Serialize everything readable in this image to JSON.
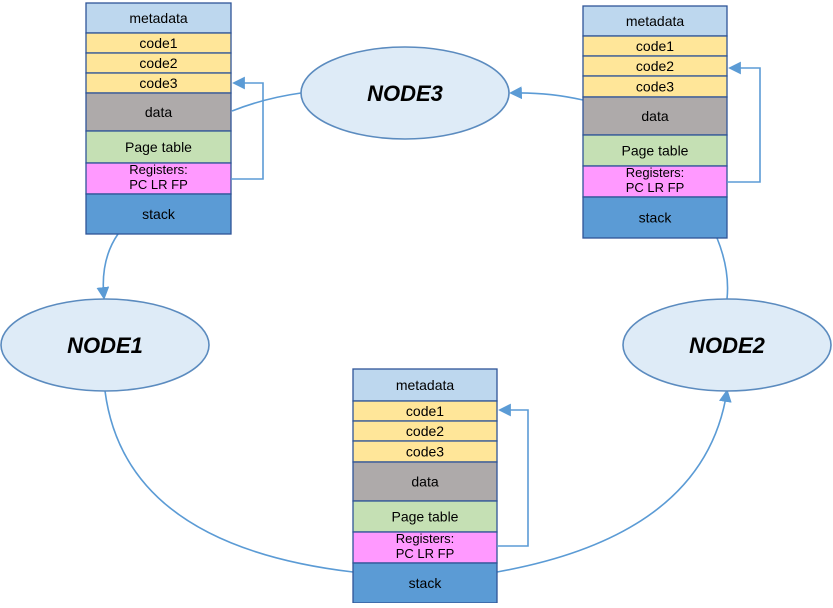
{
  "colors": {
    "metadata": "#BDD7EE",
    "code": "#FFE699",
    "data": "#AEAAAA",
    "page_table": "#C5E0B4",
    "registers": "#FF99FF",
    "stack": "#5B9BD5",
    "border": "#2F5597",
    "node_fill": "#DEEBF7",
    "node_stroke": "#5B8BBF",
    "connector": "#5B9BD5",
    "text": "#000000"
  },
  "nodes": [
    {
      "id": "node1",
      "label": "NODE1"
    },
    {
      "id": "node2",
      "label": "NODE2"
    },
    {
      "id": "node3",
      "label": "NODE3"
    }
  ],
  "stacks": [
    {
      "id": "top-left",
      "rows": [
        {
          "kind": "metadata",
          "lines": [
            "metadata"
          ]
        },
        {
          "kind": "code",
          "lines": [
            "code1"
          ]
        },
        {
          "kind": "code",
          "lines": [
            "code2"
          ]
        },
        {
          "kind": "code",
          "lines": [
            "code3"
          ]
        },
        {
          "kind": "data",
          "lines": [
            "data"
          ]
        },
        {
          "kind": "page_table",
          "lines": [
            "Page table"
          ]
        },
        {
          "kind": "registers",
          "lines": [
            "Registers:",
            "PC LR FP"
          ]
        },
        {
          "kind": "stack",
          "lines": [
            "stack"
          ]
        }
      ]
    },
    {
      "id": "top-right",
      "rows": [
        {
          "kind": "metadata",
          "lines": [
            "metadata"
          ]
        },
        {
          "kind": "code",
          "lines": [
            "code1"
          ]
        },
        {
          "kind": "code",
          "lines": [
            "code2"
          ]
        },
        {
          "kind": "code",
          "lines": [
            "code3"
          ]
        },
        {
          "kind": "data",
          "lines": [
            "data"
          ]
        },
        {
          "kind": "page_table",
          "lines": [
            "Page table"
          ]
        },
        {
          "kind": "registers",
          "lines": [
            "Registers:",
            "PC LR FP"
          ]
        },
        {
          "kind": "stack",
          "lines": [
            "stack"
          ]
        }
      ]
    },
    {
      "id": "bottom",
      "rows": [
        {
          "kind": "metadata",
          "lines": [
            "metadata"
          ]
        },
        {
          "kind": "code",
          "lines": [
            "code1"
          ]
        },
        {
          "kind": "code",
          "lines": [
            "code2"
          ]
        },
        {
          "kind": "code",
          "lines": [
            "code3"
          ]
        },
        {
          "kind": "data",
          "lines": [
            "data"
          ]
        },
        {
          "kind": "page_table",
          "lines": [
            "Page table"
          ]
        },
        {
          "kind": "registers",
          "lines": [
            "Registers:",
            "PC LR FP"
          ]
        },
        {
          "kind": "stack",
          "lines": [
            "stack"
          ]
        }
      ]
    }
  ]
}
